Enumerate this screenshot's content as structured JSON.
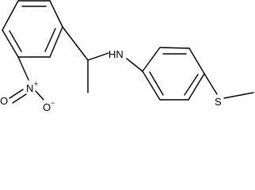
{
  "molecule": {
    "atoms": {
      "amine_nitrogen": "HN",
      "sulfur": "S",
      "nitro_nitrogen": "N",
      "nitro_nitrogen_charge": "+",
      "nitro_oxygen_left": "O",
      "nitro_oxygen_right": "O",
      "nitro_oxygen_right_charge": "−"
    },
    "colors": {
      "bond": "#000000",
      "label": "#000000",
      "background": "#ffffff"
    }
  }
}
